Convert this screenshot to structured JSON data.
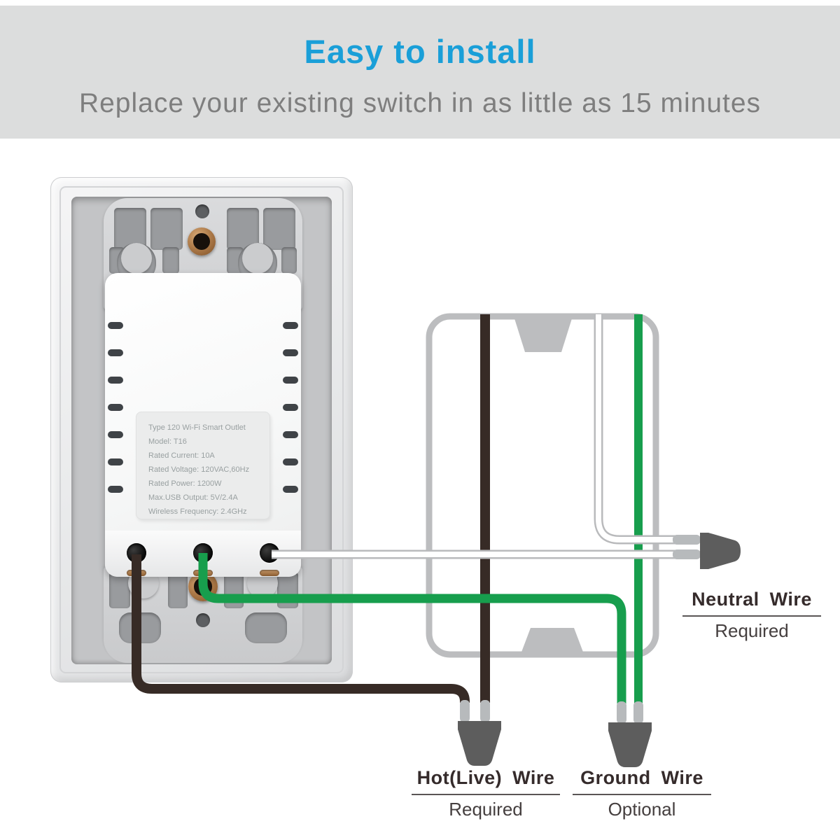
{
  "header": {
    "title": "Easy to install",
    "subtitle": "Replace your existing switch in as little as 15 minutes"
  },
  "device": {
    "spec_label_lines": [
      "Type 120 Wi-Fi Smart Outlet",
      "Model: T16",
      "Rated Current: 10A",
      "Rated Voltage: 120VAC,60Hz",
      "Rated Power: 1200W",
      "Max.USB Output: 5V/2.4A",
      "Wireless Frequency: 2.4GHz"
    ]
  },
  "wire_callouts": {
    "neutral": {
      "name": "Neutral Wire",
      "status": "Required"
    },
    "hot": {
      "name": "Hot(Live) Wire",
      "status": "Required"
    },
    "ground": {
      "name": "Ground Wire",
      "status": "Optional"
    }
  },
  "colors": {
    "accent_blue": "#1a9fd8",
    "subtitle_gray": "#7e7e7e",
    "callout_text": "#352b2b",
    "wire_black": "#372b26",
    "wire_green": "#179e4d",
    "wire_white": "#ffffff",
    "wire_white_outline": "#b9babc",
    "electrical_box_gray": "#bcbdbf",
    "connector_gray": "#5d5d5d",
    "ferrule_gray": "#b7babc"
  }
}
